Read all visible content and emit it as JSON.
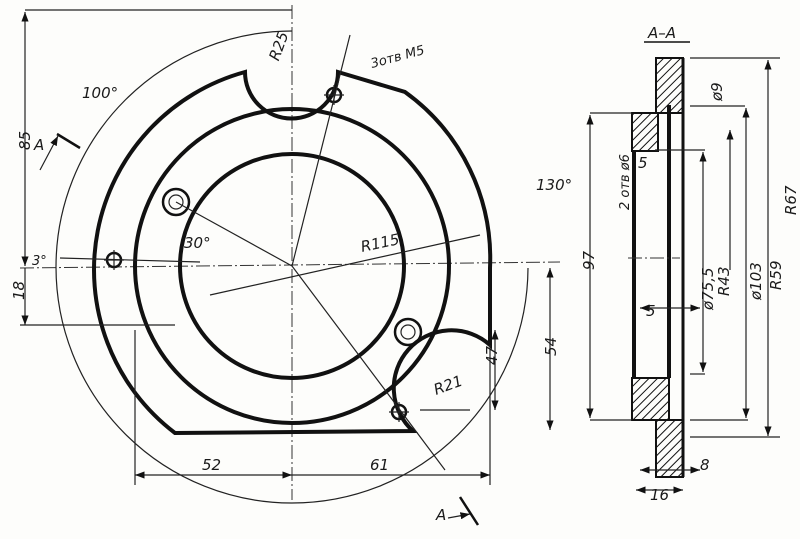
{
  "plan_view": {
    "labels": {
      "r25": "R25",
      "holes_m5": "3отв M5",
      "angle_100": "100°",
      "angle_130": "130°",
      "angle_30": "30°",
      "angle_3": "3°",
      "r115": "R115",
      "r21": "R21",
      "dim_85": "85",
      "dim_18": "18",
      "dim_47": "47",
      "dim_54": "54",
      "dim_52": "52",
      "dim_61": "61",
      "section_mark_top": "A",
      "section_mark_bottom": "A"
    }
  },
  "section_view": {
    "title": "A–A",
    "labels": {
      "d9": "ø9",
      "holes_8": "2 отв ø6",
      "dim_5_top": "5",
      "dim_5_mid": "5",
      "d75": "ø75,5",
      "r43": "R43",
      "d103": "ø103",
      "r59": "R59",
      "r67": "R67",
      "dim_97": "97",
      "dim_8": "8",
      "dim_16": "16"
    }
  }
}
